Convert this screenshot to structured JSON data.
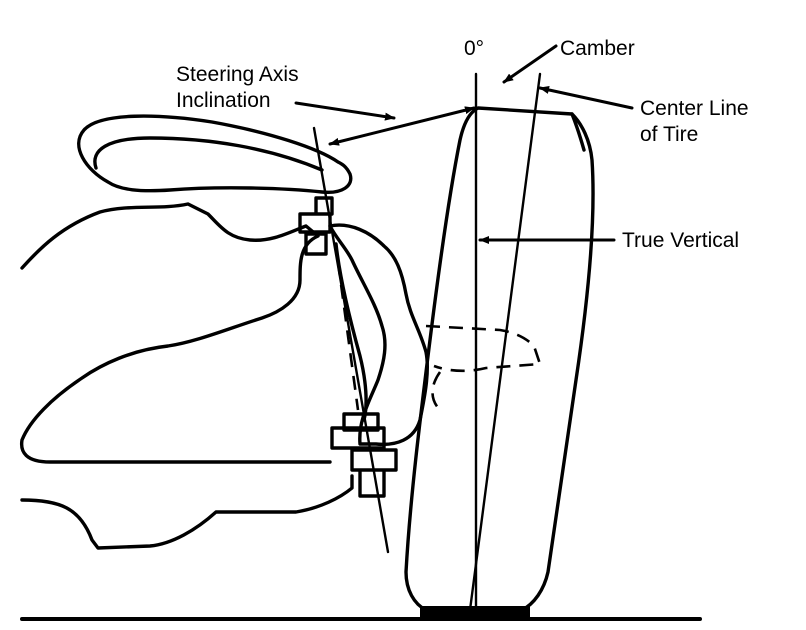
{
  "labels": {
    "zero_degrees": "0°",
    "camber": "Camber",
    "steering_axis_line1": "Steering Axis",
    "steering_axis_line2": "Inclination",
    "center_line_line1": "Center Line",
    "center_line_line2": "of Tire",
    "true_vertical": "True Vertical"
  },
  "colors": {
    "ink": "#000000",
    "paper": "#ffffff"
  }
}
